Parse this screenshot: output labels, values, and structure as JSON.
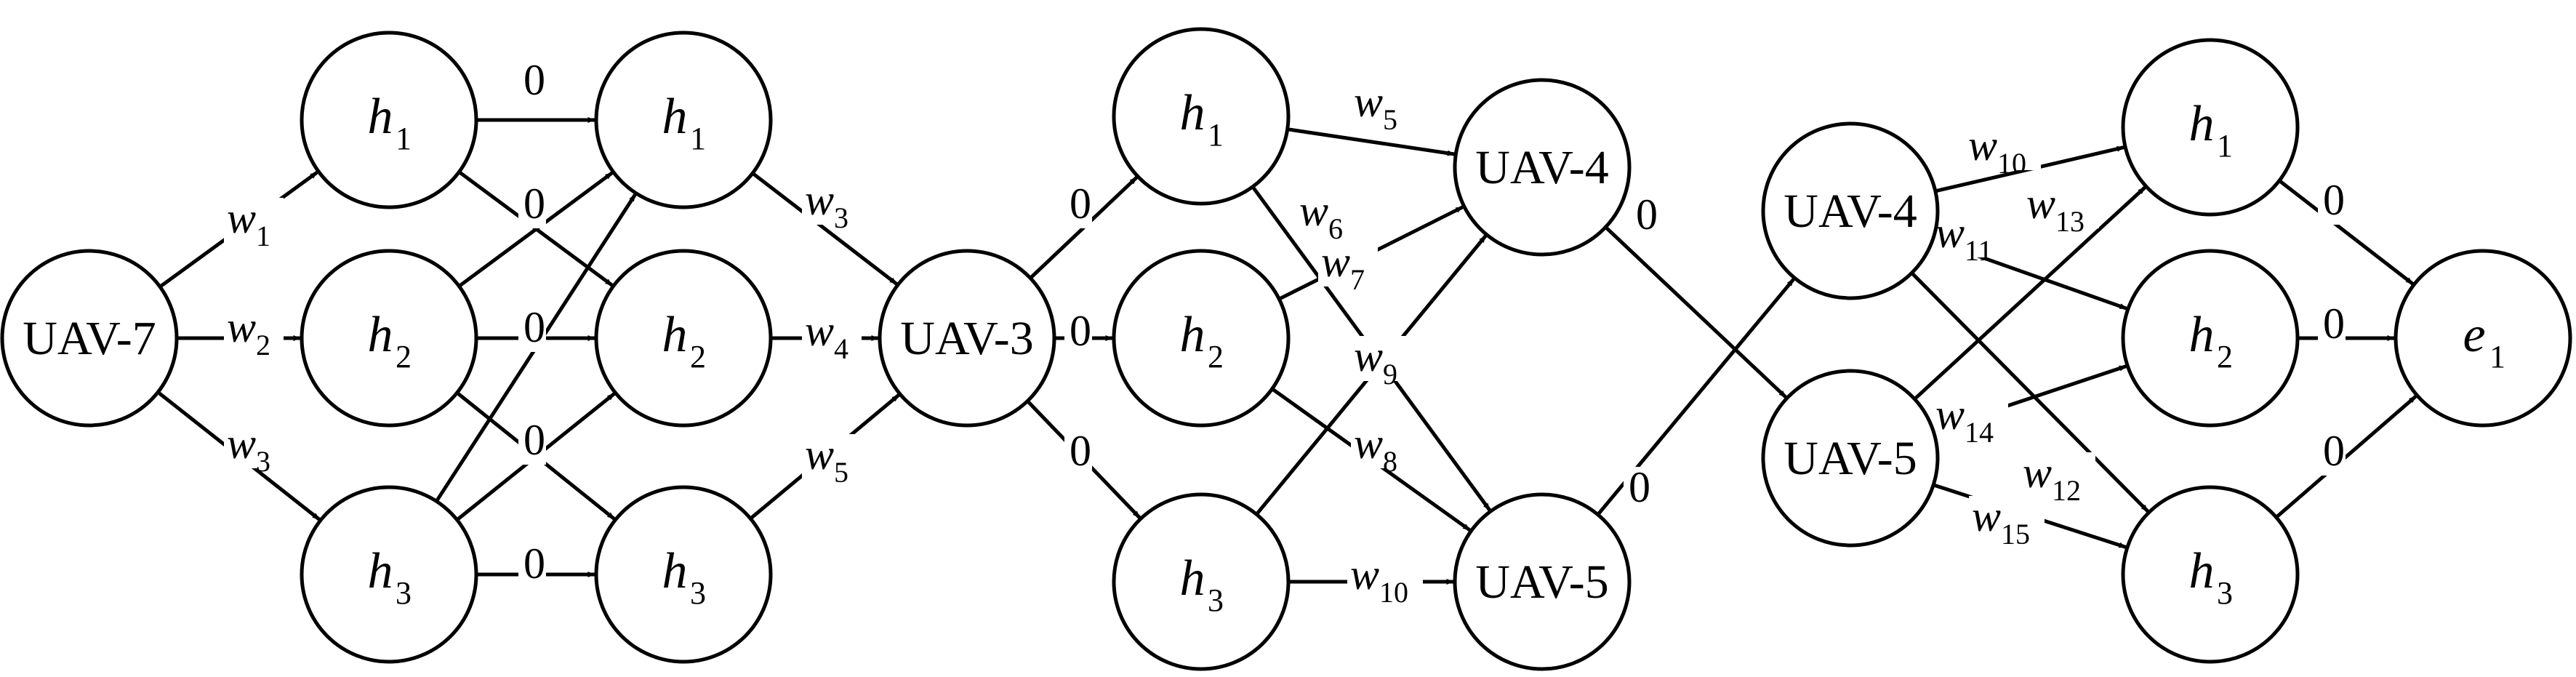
{
  "nodes": [
    {
      "id": "s",
      "text": "UAV-7"
    },
    {
      "id": "a1",
      "text": "h",
      "sub": "1"
    },
    {
      "id": "a2",
      "text": "h",
      "sub": "2"
    },
    {
      "id": "a3",
      "text": "h",
      "sub": "3"
    },
    {
      "id": "b1",
      "text": "h",
      "sub": "1"
    },
    {
      "id": "b2",
      "text": "h",
      "sub": "2"
    },
    {
      "id": "b3",
      "text": "h",
      "sub": "3"
    },
    {
      "id": "u3",
      "text": "UAV-3"
    },
    {
      "id": "c1",
      "text": "h",
      "sub": "1"
    },
    {
      "id": "c2",
      "text": "h",
      "sub": "2"
    },
    {
      "id": "c3",
      "text": "h",
      "sub": "3"
    },
    {
      "id": "u4a",
      "text": "UAV-4"
    },
    {
      "id": "u5a",
      "text": "UAV-5"
    },
    {
      "id": "u4b",
      "text": "UAV-4"
    },
    {
      "id": "u5b",
      "text": "UAV-5"
    },
    {
      "id": "d1",
      "text": "h",
      "sub": "1"
    },
    {
      "id": "d2",
      "text": "h",
      "sub": "2"
    },
    {
      "id": "d3",
      "text": "h",
      "sub": "3"
    },
    {
      "id": "e",
      "text": "e",
      "sub": "1"
    }
  ],
  "edges": [
    {
      "from": "s",
      "to": "a1"
    },
    {
      "from": "s",
      "to": "a2"
    },
    {
      "from": "s",
      "to": "a3"
    },
    {
      "from": "a1",
      "to": "b1"
    },
    {
      "from": "a1",
      "to": "b2"
    },
    {
      "from": "a2",
      "to": "b1"
    },
    {
      "from": "a2",
      "to": "b2"
    },
    {
      "from": "a2",
      "to": "b3"
    },
    {
      "from": "a3",
      "to": "b1"
    },
    {
      "from": "a3",
      "to": "b2"
    },
    {
      "from": "a3",
      "to": "b3"
    },
    {
      "from": "b1",
      "to": "u3"
    },
    {
      "from": "b2",
      "to": "u3"
    },
    {
      "from": "b3",
      "to": "u3"
    },
    {
      "from": "u3",
      "to": "c1"
    },
    {
      "from": "u3",
      "to": "c2"
    },
    {
      "from": "u3",
      "to": "c3"
    },
    {
      "from": "c1",
      "to": "u4a"
    },
    {
      "from": "c1",
      "to": "u5a"
    },
    {
      "from": "c2",
      "to": "u4a"
    },
    {
      "from": "c2",
      "to": "u5a"
    },
    {
      "from": "c3",
      "to": "u4a"
    },
    {
      "from": "c3",
      "to": "u5a"
    },
    {
      "from": "u4a",
      "to": "u5b"
    },
    {
      "from": "u5a",
      "to": "u4b"
    },
    {
      "from": "u4b",
      "to": "d1"
    },
    {
      "from": "u4b",
      "to": "d2"
    },
    {
      "from": "u4b",
      "to": "d3"
    },
    {
      "from": "u5b",
      "to": "d1"
    },
    {
      "from": "u5b",
      "to": "d2"
    },
    {
      "from": "u5b",
      "to": "d3"
    },
    {
      "from": "d1",
      "to": "e"
    },
    {
      "from": "d2",
      "to": "e"
    },
    {
      "from": "d3",
      "to": "e"
    }
  ],
  "labels": [
    {
      "text": "w",
      "sub": "1"
    },
    {
      "text": "w",
      "sub": "2"
    },
    {
      "text": "w",
      "sub": "3"
    },
    {
      "text": "0"
    },
    {
      "text": "0"
    },
    {
      "text": "0"
    },
    {
      "text": "0"
    },
    {
      "text": "0"
    },
    {
      "text": "w",
      "sub": "3"
    },
    {
      "text": "w",
      "sub": "4"
    },
    {
      "text": "w",
      "sub": "5"
    },
    {
      "text": "0"
    },
    {
      "text": "0"
    },
    {
      "text": "0"
    },
    {
      "text": "w",
      "sub": "5"
    },
    {
      "text": "w",
      "sub": "6"
    },
    {
      "text": "w",
      "sub": "7"
    },
    {
      "text": "w",
      "sub": "9"
    },
    {
      "text": "w",
      "sub": "8"
    },
    {
      "text": "w",
      "sub": "10"
    },
    {
      "text": "0"
    },
    {
      "text": "0"
    },
    {
      "text": "w",
      "sub": "10"
    },
    {
      "text": "w",
      "sub": "13"
    },
    {
      "text": "w",
      "sub": "11"
    },
    {
      "text": "w",
      "sub": "14"
    },
    {
      "text": "w",
      "sub": "12"
    },
    {
      "text": "w",
      "sub": "15"
    },
    {
      "text": "0"
    },
    {
      "text": "0"
    },
    {
      "text": "0"
    }
  ]
}
